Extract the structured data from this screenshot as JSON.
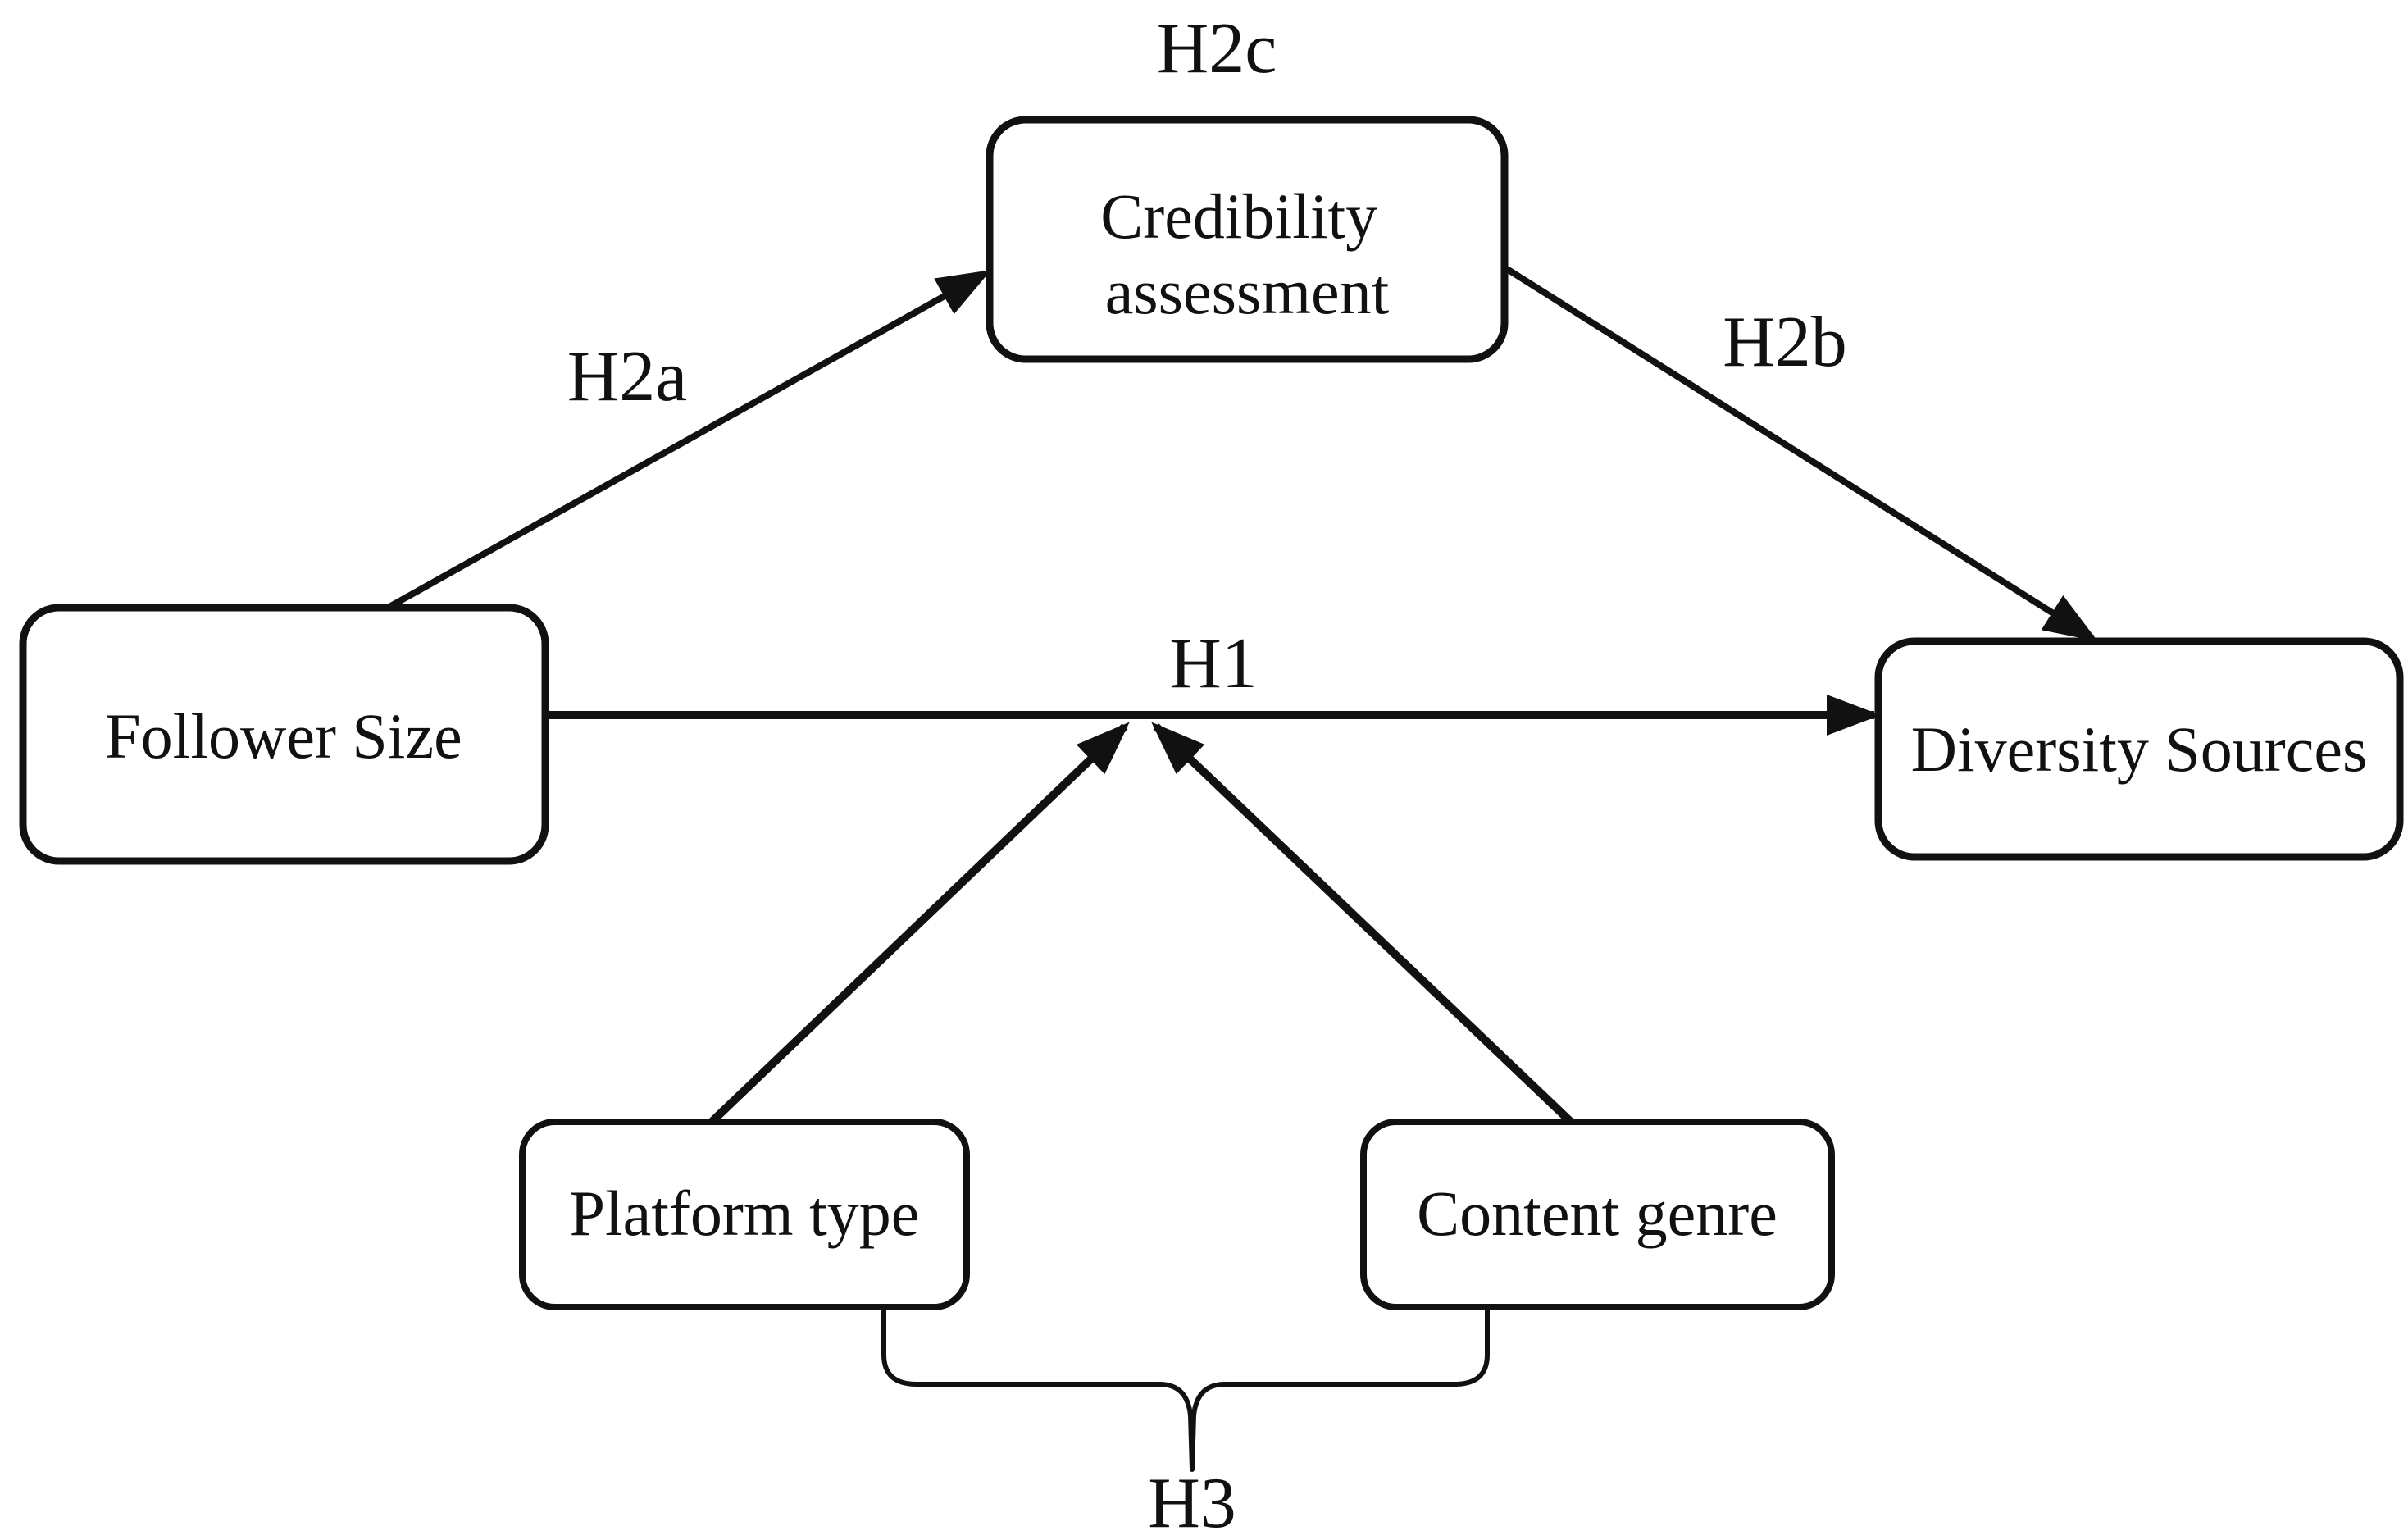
{
  "figure": {
    "type": "path-model-diagram",
    "colors": {
      "background": "#ffffff",
      "ink": "#111111",
      "box_fill": "#ffffff"
    },
    "nodes": {
      "follower": {
        "label": "Follower Size"
      },
      "credibility": {
        "line1": "Credibility",
        "line2": "assessment"
      },
      "diversity": {
        "label": "Diversity Sources"
      },
      "platform": {
        "label": "Platform type"
      },
      "content": {
        "label": "Content genre"
      }
    },
    "labels": {
      "h1": "H1",
      "h2a": "H2a",
      "h2b": "H2b",
      "h2c": "H2c",
      "h3": "H3"
    },
    "edges": [
      {
        "label": "H1",
        "from": "Follower Size",
        "to": "Diversity Sources",
        "style": "straight-arrow"
      },
      {
        "label": "H2a",
        "from": "Follower Size",
        "to": "Credibility assessment",
        "style": "diagonal-arrow"
      },
      {
        "label": "H2b",
        "from": "Credibility assessment",
        "to": "Diversity Sources",
        "style": "diagonal-arrow"
      },
      {
        "label": "H2c",
        "from": "",
        "to": "",
        "style": "caption-above-credibility-assessment"
      },
      {
        "label": "",
        "from": "Platform type",
        "to": "H1 path",
        "style": "moderation-arrow"
      },
      {
        "label": "",
        "from": "Content genre",
        "to": "H1 path",
        "style": "moderation-arrow"
      },
      {
        "label": "H3",
        "from": "Platform type & Content genre",
        "to": "H1 path",
        "style": "joining-bracket"
      }
    ]
  }
}
